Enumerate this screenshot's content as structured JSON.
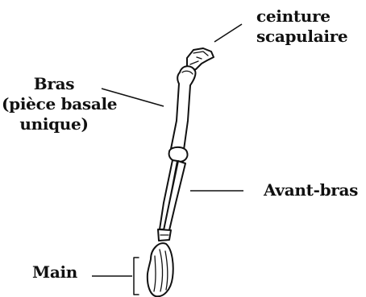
{
  "labels": {
    "ceinture_line1": "ceinture",
    "ceinture_line2": "scapulaire",
    "bras_line1": "Bras",
    "bras_line2": "(pièce basale",
    "bras_line3": "unique)",
    "avant_bras": "Avant-bras",
    "main": "Main"
  },
  "colors": {
    "ink": "#111111",
    "bone_fill": "#ffffff",
    "background": "#ffffff"
  }
}
